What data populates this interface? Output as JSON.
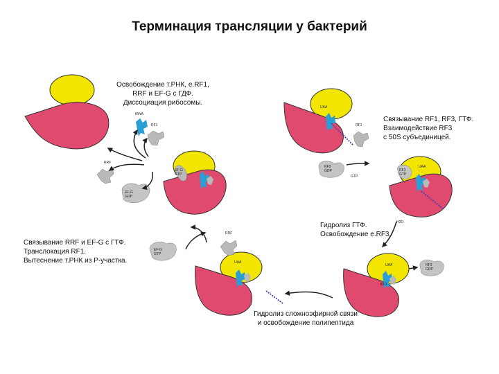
{
  "title": "Терминация трансляции у бактерий",
  "steps": {
    "step1": "Связывание RF1, RF3, ГТФ.\nВзаимодействие RF3\nс 50S субъединицей.",
    "step2": "Гидролиз ГТФ.\nОсвобождение е.RF3.",
    "step3": "Гидролиз сложноэфирной связи\nи освобождение полипептида",
    "step4": "Связывание RRF и EF-G с ГТФ.\nТранслокация RF1.\nВытеснение т.РНК из Р-участка.",
    "step5": "Освобождение т.РНК, е.RF1,\nRRF и EF-G с ГДФ.\nДиссоциация рибосомы."
  },
  "labels": {
    "uaa": "UAA",
    "rf1": "RF1",
    "rf3_gdp": "RF3\nGDP",
    "rf3_gtp": "RF3\nGTP",
    "gtp": "GTP",
    "h2o": "H2O",
    "rrf": "RRF",
    "efg_gtp": "EF-G\nGTP",
    "efg_gdp": "EF-G\nGDP",
    "trna": "tRNA"
  },
  "colors": {
    "large_subunit": "#e04a6e",
    "small_subunit": "#f2e600",
    "trna": "#2a9fd6",
    "factor_gray": "#b9b9b9",
    "polypeptide": "#4a3fb0",
    "arrow": "#222222"
  }
}
